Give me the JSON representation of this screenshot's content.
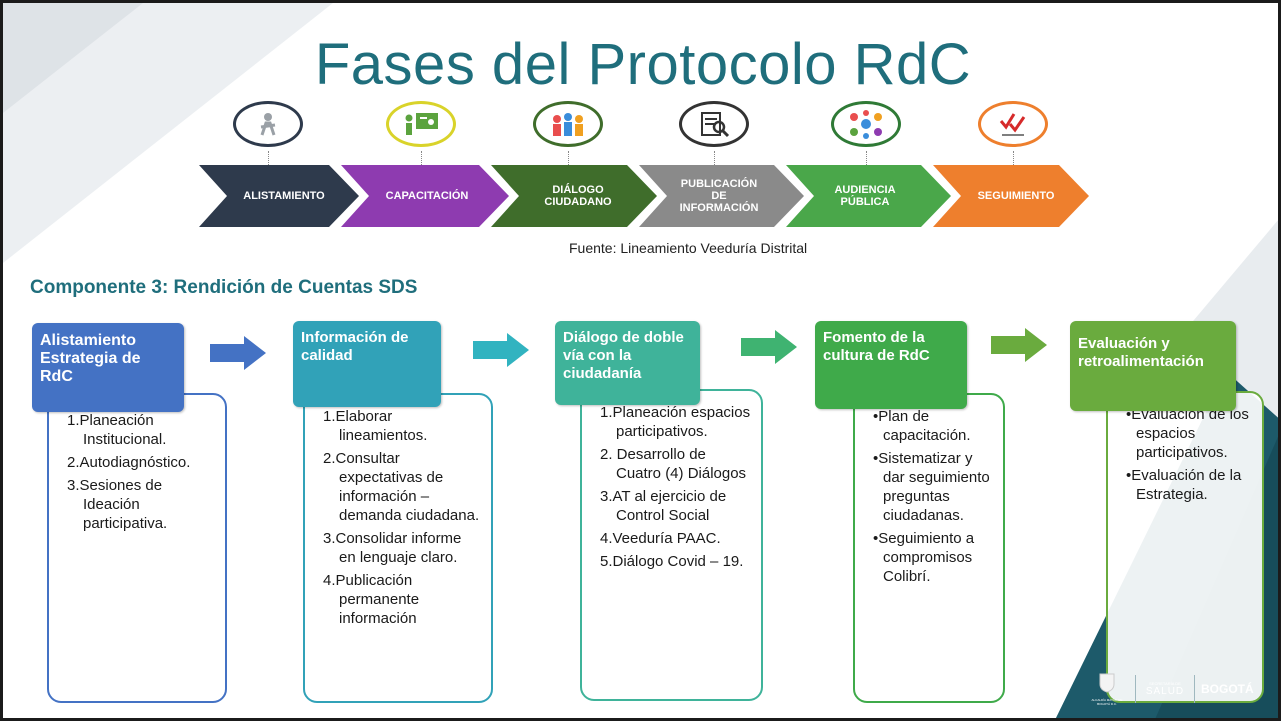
{
  "title": "Fases del Protocolo RdC",
  "phases": [
    {
      "label": "ALISTAMIENTO",
      "color": "#2e3a4c",
      "ring": "#2e3a4c",
      "icon": "figure-icon"
    },
    {
      "label": "CAPACITACIÓN",
      "color": "#8e3bb0",
      "ring": "#d9d32a",
      "icon": "presentation-icon"
    },
    {
      "label": "DIÁLOGO CIUDADANO",
      "color": "#3f6d2b",
      "ring": "#3f6d2b",
      "icon": "crowd-icon"
    },
    {
      "label": "PUBLICACIÓN DE INFORMACIÓN",
      "color": "#8a8a8a",
      "ring": "#333333",
      "icon": "document-magnifier-icon"
    },
    {
      "label": "AUDIENCIA PÚBLICA",
      "color": "#4aa74a",
      "ring": "#2f7a36",
      "icon": "network-icon"
    },
    {
      "label": "SEGUIMIENTO",
      "color": "#ee7f2d",
      "ring": "#ee7f2d",
      "icon": "checklist-icon"
    }
  ],
  "source": "Fuente: Lineamiento Veeduría Distrital",
  "component_title": "Componente 3: Rendición de Cuentas SDS",
  "cards": [
    {
      "header": "Alistamiento Estrategia de RdC",
      "header_color": "#4472c4",
      "border_color": "#4472c4",
      "style": "num",
      "items": [
        "1.Planeación Institucional.",
        "2.Autodiagnóstico.",
        "3.Sesiones de Ideación participativa."
      ]
    },
    {
      "header": "Información de calidad",
      "header_color": "#31a2b8",
      "border_color": "#31a2b8",
      "style": "num",
      "items": [
        "1.Elaborar lineamientos.",
        "2.Consultar expectativas de información – demanda ciudadana.",
        "3.Consolidar informe en lenguaje claro.",
        "4.Publicación permanente información"
      ]
    },
    {
      "header": "Diálogo de doble vía con la ciudadanía",
      "header_color": "#3fb39a",
      "border_color": "#3fb39a",
      "style": "num",
      "items": [
        "1.Planeación espacios participativos.",
        "2. Desarrollo de Cuatro (4) Diálogos",
        "3.AT  al ejercicio de Control Social",
        "4.Veeduría PAAC.",
        "5.Diálogo Covid – 19."
      ]
    },
    {
      "header": "Fomento de la cultura de RdC",
      "header_color": "#3faa4a",
      "border_color": "#3faa4a",
      "style": "bul",
      "items": [
        "•Plan de capacitación.",
        "•Sistematizar y dar seguimiento preguntas ciudadanas.",
        "•Seguimiento a compromisos Colibrí."
      ]
    },
    {
      "header": "Evaluación y retroalimentación",
      "header_color": "#6aab3e",
      "border_color": "#6aab3e",
      "style": "bul",
      "items": [
        "•Evaluación de los espacios participativos.",
        "•Evaluación de la Estrategia."
      ]
    }
  ],
  "arrow_colors": [
    "#4472c4",
    "#31a2b8",
    "#3fb39a",
    "#6aab3e"
  ],
  "logos": {
    "left_caption": "ALCALDÍA MAYOR DE BOGOTÁ D.C.",
    "dept_top": "SECRETARÍA DE",
    "dept": "SALUD",
    "city": "BOGOTÁ"
  }
}
